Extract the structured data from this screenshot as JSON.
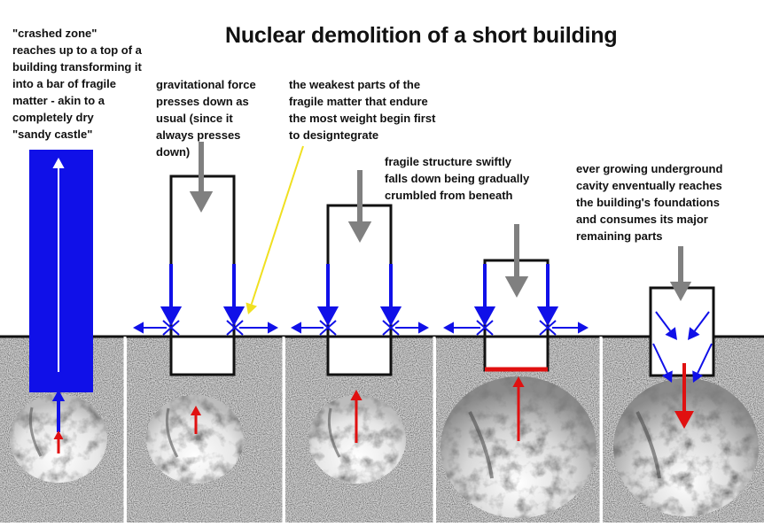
{
  "title": "Nuclear demolition of a short building",
  "notes": [
    "\"crashed zone\"\nreaches up to a top of a\nbuilding transforming it\ninto a bar of fragile\nmatter - akin to a\ncompletely dry\n\"sandy castle\"",
    "gravitational force\npresses down as\nusual (since it\nalways presses\ndown)",
    "the weakest parts of the\nfragile matter that endure\nthe most weight begin first\nto designtegrate",
    "fragile structure swiftly\nfalls down being gradually\ncrumbled from beneath",
    "ever growing underground\ncavity enventually reaches\nthe building's foundations\nand consumes its major\nremaining parts"
  ],
  "colors": {
    "blue": "#1010e8",
    "red": "#e01010",
    "gray": "#808080",
    "yellow": "#f0e020",
    "ground": "#d8d8d8",
    "cavity": "#eeeeee"
  }
}
